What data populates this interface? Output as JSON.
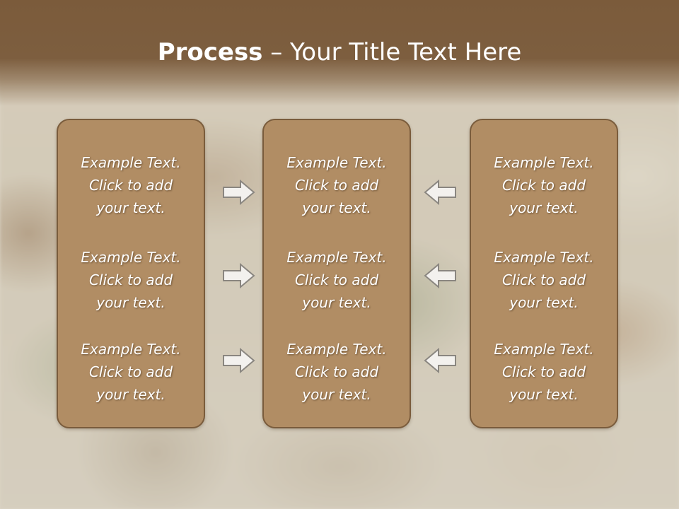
{
  "title": {
    "bold": "Process",
    "rest": " – Your Title Text Here"
  },
  "panels": {
    "left": {
      "items": [
        {
          "line1": "Example Text.",
          "line2": "Click  to add",
          "line3": "your text."
        },
        {
          "line1": "Example Text.",
          "line2": "Click  to add",
          "line3": "your text."
        },
        {
          "line1": "Example Text.",
          "line2": "Click  to add",
          "line3": "your text."
        }
      ]
    },
    "middle": {
      "items": [
        {
          "line1": "Example Text.",
          "line2": "Click  to add",
          "line3": "your text."
        },
        {
          "line1": "Example Text.",
          "line2": "Click  to add",
          "line3": "your text."
        },
        {
          "line1": "Example Text.",
          "line2": "Click  to add",
          "line3": "your text."
        }
      ]
    },
    "right": {
      "items": [
        {
          "line1": "Example Text.",
          "line2": "Click  to add",
          "line3": "your text."
        },
        {
          "line1": "Example Text.",
          "line2": "Click  to add",
          "line3": "your text."
        },
        {
          "line1": "Example Text.",
          "line2": "Click  to add",
          "line3": "your text."
        }
      ]
    }
  },
  "arrows": {
    "left_to_middle": "arrow-right-icon",
    "right_to_middle": "arrow-left-icon"
  },
  "colors": {
    "header": "#7b5b3b",
    "panel_fill": "#b18d64",
    "panel_border": "#7a5c3c",
    "text": "#ffffff"
  }
}
